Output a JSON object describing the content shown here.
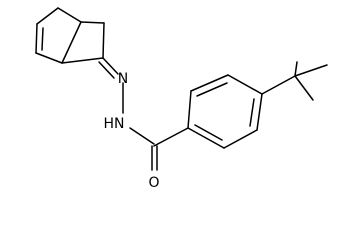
{
  "atom_labels": {
    "imine_n": "N",
    "amide_nh": "HN",
    "carbonyl_o": "O"
  }
}
